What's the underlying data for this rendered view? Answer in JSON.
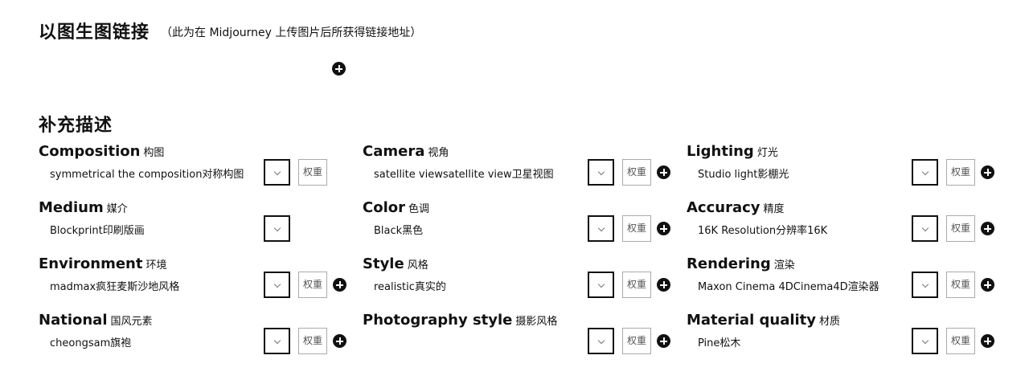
{
  "header": {
    "title": "以图生图链接",
    "note": "（此为在 Midjourney 上传图片后所获得链接地址）",
    "add_icon": "plus-circle-icon"
  },
  "supplement": {
    "title": "补充描述"
  },
  "fields": {
    "composition": {
      "label_en": "Composition",
      "label_cn": "构图",
      "value": "symmetrical the composition对称构图",
      "weight_label": "权重"
    },
    "camera": {
      "label_en": "Camera",
      "label_cn": "视角",
      "value": "satellite viewsatellite view卫星视图",
      "weight_label": "权重"
    },
    "lighting": {
      "label_en": "Lighting",
      "label_cn": "灯光",
      "value": "Studio light影棚光",
      "weight_label": "权重"
    },
    "medium": {
      "label_en": "Medium",
      "label_cn": "媒介",
      "value": "Blockprint印刷版画"
    },
    "color": {
      "label_en": "Color",
      "label_cn": "色调",
      "value": "Black黑色",
      "weight_label": "权重"
    },
    "accuracy": {
      "label_en": "Accuracy",
      "label_cn": "精度",
      "value": "16K Resolution分辨率16K",
      "weight_label": "权重"
    },
    "environment": {
      "label_en": "Environment",
      "label_cn": "环境",
      "value": "madmax疯狂麦斯沙地风格",
      "weight_label": "权重"
    },
    "style": {
      "label_en": "Style",
      "label_cn": "风格",
      "value": "realistic真实的",
      "weight_label": "权重"
    },
    "rendering": {
      "label_en": "Rendering",
      "label_cn": "渲染",
      "value": "Maxon Cinema 4DCinema4D渲染器",
      "weight_label": "权重"
    },
    "national": {
      "label_en": "National",
      "label_cn": "国风元素",
      "value": "cheongsam旗袍",
      "weight_label": "权重"
    },
    "photography_style": {
      "label_en": "Photography style",
      "label_cn": "摄影风格",
      "value": "",
      "weight_label": "权重"
    },
    "material_quality": {
      "label_en": "Material quality",
      "label_cn": "材质",
      "value": "Pine松木",
      "weight_label": "权重"
    }
  },
  "icons": {
    "dropdown": "chevron-down-icon",
    "add": "plus-circle-icon"
  },
  "colors": {
    "text": "#111111",
    "border": "#111111",
    "muted": "#555555",
    "background": "#ffffff"
  }
}
